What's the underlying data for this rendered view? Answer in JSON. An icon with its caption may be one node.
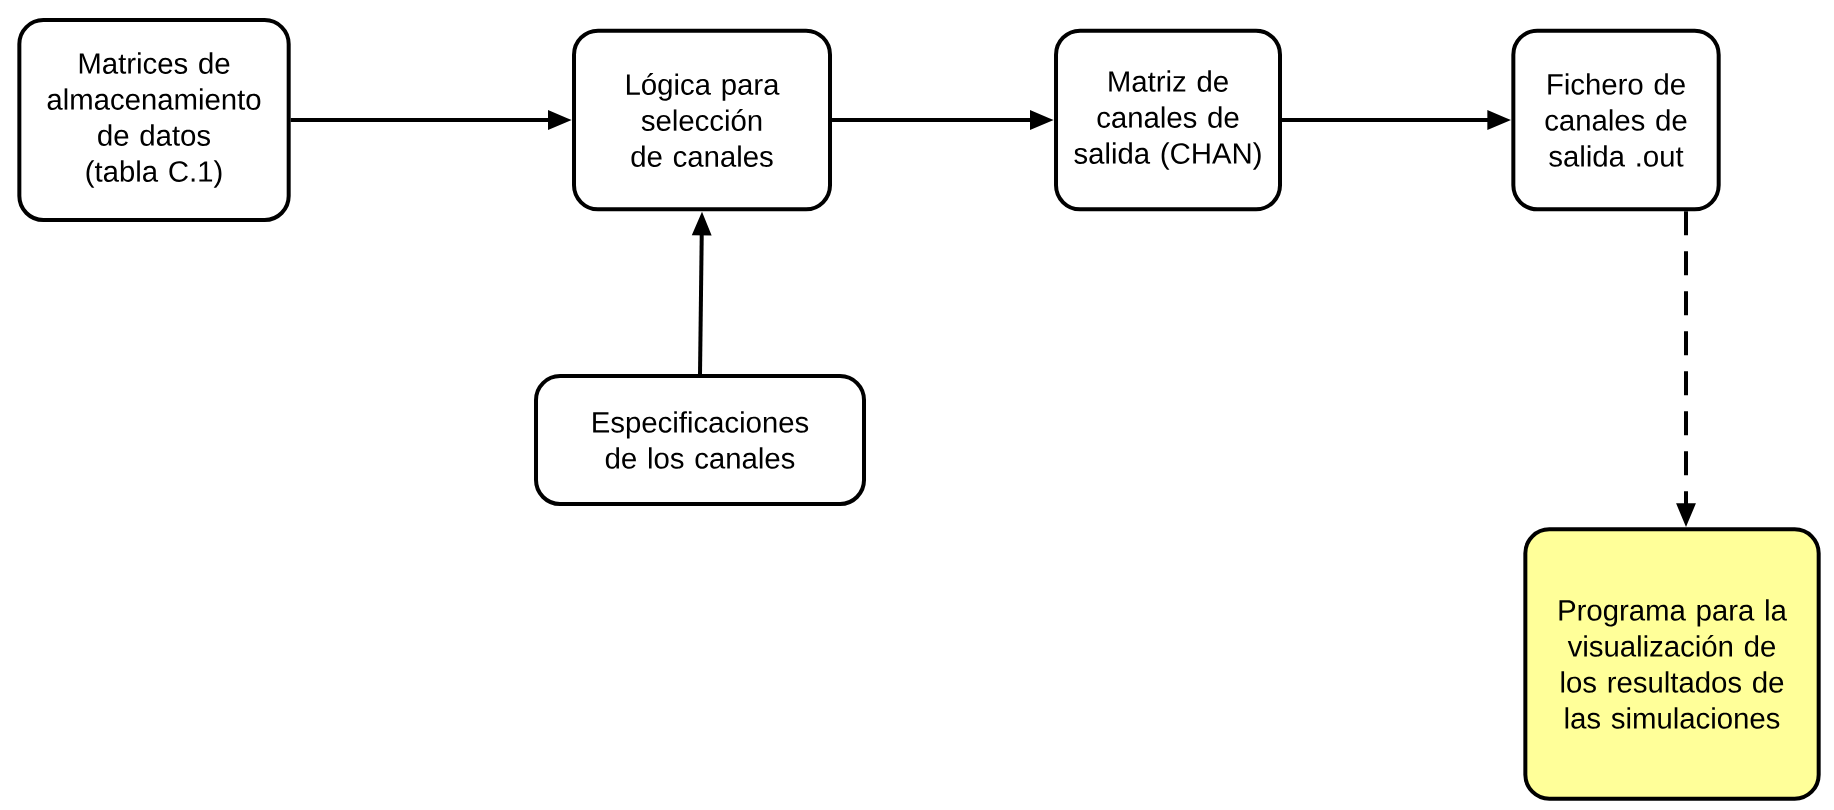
{
  "diagram": {
    "nodes": [
      {
        "text": [
          "Matrices de almacenamiento de datos (tabla C.1)"
        ]
      },
      {
        "text": [
          "Lógica para selección de canales"
        ]
      },
      {
        "text": [
          "Matriz de canales de salida (CHAN)"
        ]
      },
      {
        "text": [
          "Fichero de canales de salida .out"
        ]
      },
      {
        "text": [
          "Especificaciones de los canales"
        ]
      },
      {
        "text": [
          "Programa para la visualización de los resultados de las simulaciones"
        ]
      }
    ],
    "edges": [
      {
        "from": 0,
        "to": 1,
        "arrow": "to"
      },
      {
        "from": 1,
        "to": 2,
        "arrow": "to"
      },
      {
        "from": 2,
        "to": 3,
        "arrow": "to"
      },
      {
        "from": 4,
        "to": 1,
        "arrow": "to"
      },
      {
        "from": 3,
        "to": 5,
        "arrow": "to",
        "style": "dashed"
      }
    ]
  }
}
